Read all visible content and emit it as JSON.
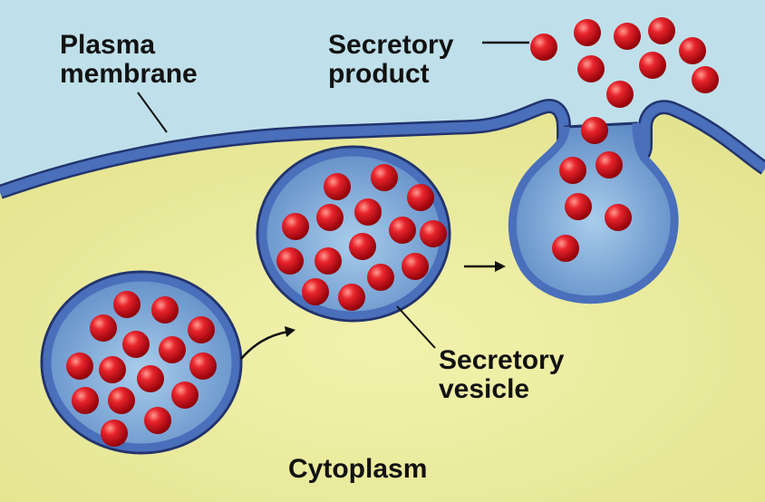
{
  "labels": {
    "plasma_membrane": [
      "Plasma",
      "membrane"
    ],
    "secretory_product": [
      "Secretory",
      "product"
    ],
    "secretory_vesicle": [
      "Secretory",
      "vesicle"
    ],
    "cytoplasm": "Cytoplasm"
  },
  "colors": {
    "extracellular": "#bfe0ea",
    "cytoplasm": "#ecec9c",
    "membrane": "#4a6fbb",
    "membrane_edge": "#22346e",
    "vesicle_lumen": "#6f9fd6",
    "granule": "#d8141e",
    "granule_highlight": "#ff9a90",
    "label_text": "#121212"
  }
}
